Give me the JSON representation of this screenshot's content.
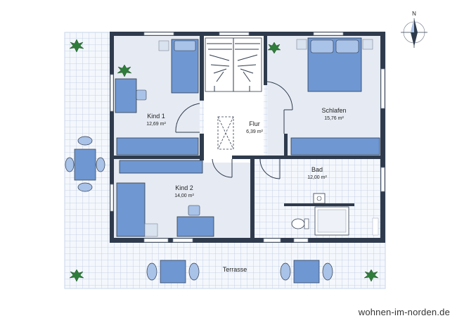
{
  "compass": {
    "letter": "N"
  },
  "rooms": {
    "kind1": {
      "name": "Kind 1",
      "area": "12,69 m²"
    },
    "flur": {
      "name": "Flur",
      "area": "6,39 m²"
    },
    "schlafen": {
      "name": "Schlafen",
      "area": "15,76 m²"
    },
    "kind2": {
      "name": "Kind 2",
      "area": "14,00 m²"
    },
    "bad": {
      "name": "Bad",
      "area": "12,00 m²"
    },
    "terrasse": {
      "name": "Terrasse"
    }
  },
  "watermark": "wohnen-im-norden.de",
  "colors": {
    "wall": "#2f3b4d",
    "furniture": "#6f97d2",
    "furniture_light": "#a9c2e8",
    "floor": "#e6ebf3",
    "tile_grid": "#b8c9e2",
    "plant": "#2f7d3a"
  }
}
